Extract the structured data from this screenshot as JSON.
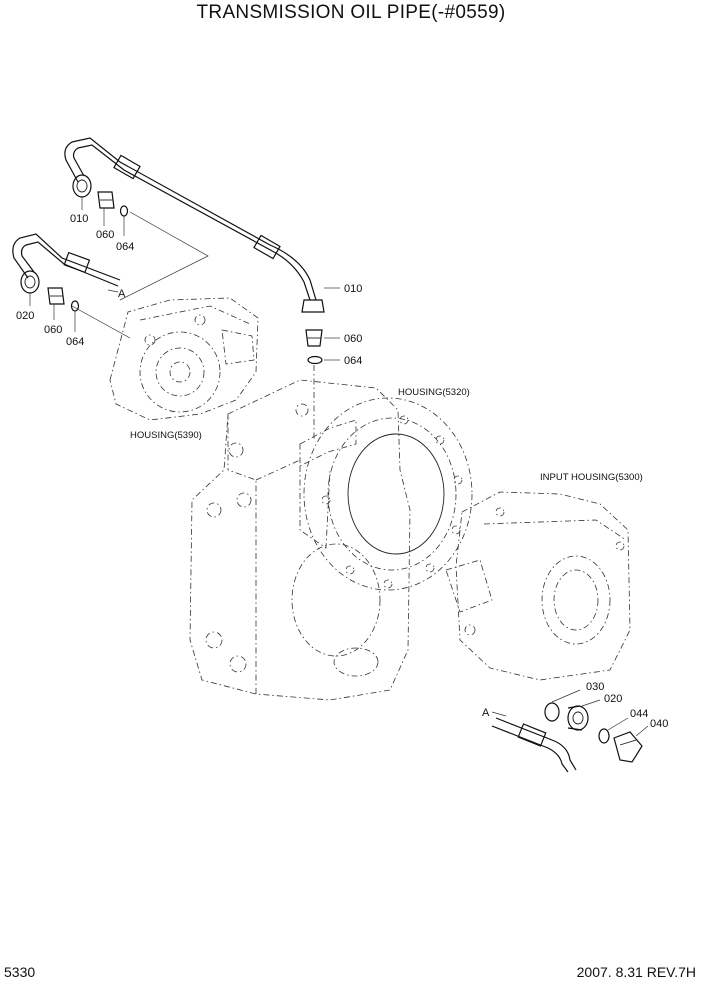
{
  "title": "TRANSMISSION OIL PIPE(-#0559)",
  "footer": {
    "page_code": "5330",
    "date_rev": "2007.  8.31  REV.7H"
  },
  "callouts": {
    "c010_top": "010",
    "c060_top": "060",
    "c064_top": "064",
    "c010_right": "010",
    "c060_right": "060",
    "c064_right": "064",
    "c020_left": "020",
    "c060_left": "060",
    "c064_left": "064",
    "c030": "030",
    "c020_bottom": "020",
    "c044": "044",
    "c040": "040",
    "ref_a_top": "A",
    "ref_a_bottom": "A"
  },
  "housings": {
    "h5390": "HOUSING(5390)",
    "h5320": "HOUSING(5320)",
    "h5300": "INPUT HOUSING(5300)"
  }
}
